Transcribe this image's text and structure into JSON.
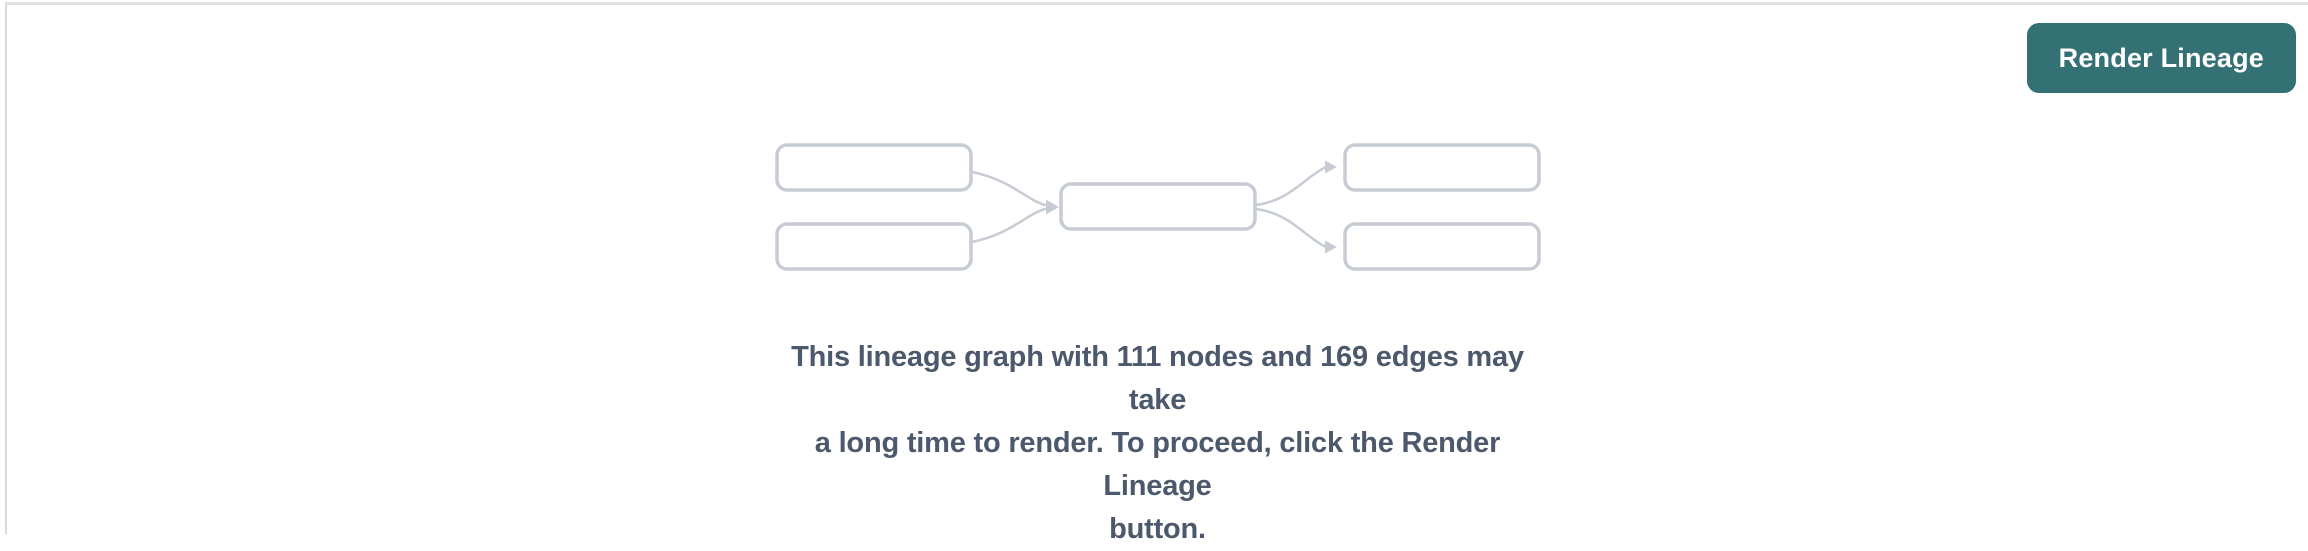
{
  "colors": {
    "accent": "#337174",
    "button_text": "#ffffff",
    "diagram_stroke": "#c7ccd4",
    "message_text": "#4c586b",
    "panel_border_top": "#e2e2e6",
    "panel_border_left": "#d9d9dd",
    "background": "#ffffff"
  },
  "header": {
    "render_button_label": "Render Lineage"
  },
  "illustration": {
    "name": "lineage-graph-placeholder",
    "boxes_shown": 5,
    "arrows_shown": 4
  },
  "message": {
    "lines": [
      "This lineage graph with 111 nodes and 169 edges may take",
      "a long time to render. To proceed, click the Render Lineage",
      "button."
    ],
    "nodes_count": "111",
    "edges_count": "169"
  }
}
